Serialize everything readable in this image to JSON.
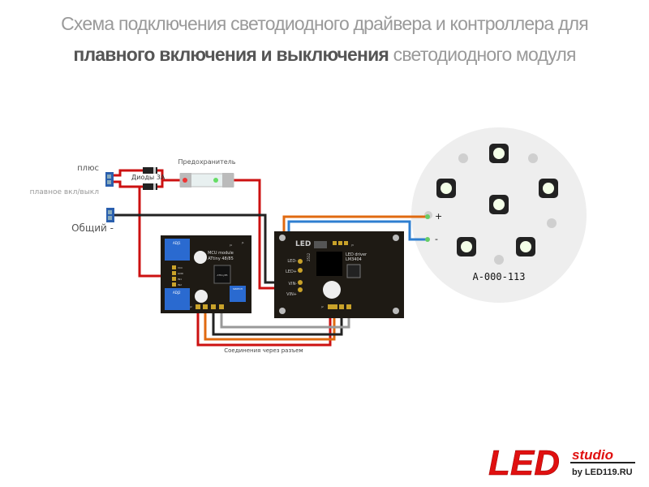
{
  "title": {
    "line1": "Схема подключения светодиодного драйвера и контроллера для",
    "line2_bold": "плавного включения и выключения",
    "line2_rest": " светодиодного модуля"
  },
  "labels": {
    "plus": "плюс",
    "soft": "плавное вкл/выкл",
    "common": "Общий -",
    "diodes": "Диоды 3А",
    "fuse": "Предохранитель",
    "connection": "Соединения через разъем",
    "led_plus": "+",
    "led_minus": "-",
    "module_id": "A-000-113"
  },
  "mcu": {
    "title": "MCU module",
    "subtitle": "ATtiny 48/85",
    "adj1": "ADJ1",
    "adj2": "ADJ2",
    "switch": "SWITCH",
    "j4": "J4",
    "j1": "J1",
    "j2": "J2",
    "chip": "ATtiny85",
    "pins": [
      "VCC",
      "GND",
      "IN1",
      "IN2"
    ]
  },
  "driver": {
    "title": "LED driver",
    "subtitle": "LM3404",
    "logo": "LED",
    "led_minus": "LED-",
    "led_plus": "LED+",
    "vin_minus": "VIN-",
    "vin_plus": "VIN+",
    "j3": "J3",
    "j2": "J2",
    "ind": "2512"
  },
  "logo": {
    "main": "LED",
    "studio": "studio",
    "by": "by LED119.RU"
  },
  "colors": {
    "red": "#cc1111",
    "black": "#222222",
    "orange": "#e06a10",
    "blue": "#2f7fd0",
    "gray": "#999999",
    "board": "#1e1a14"
  }
}
